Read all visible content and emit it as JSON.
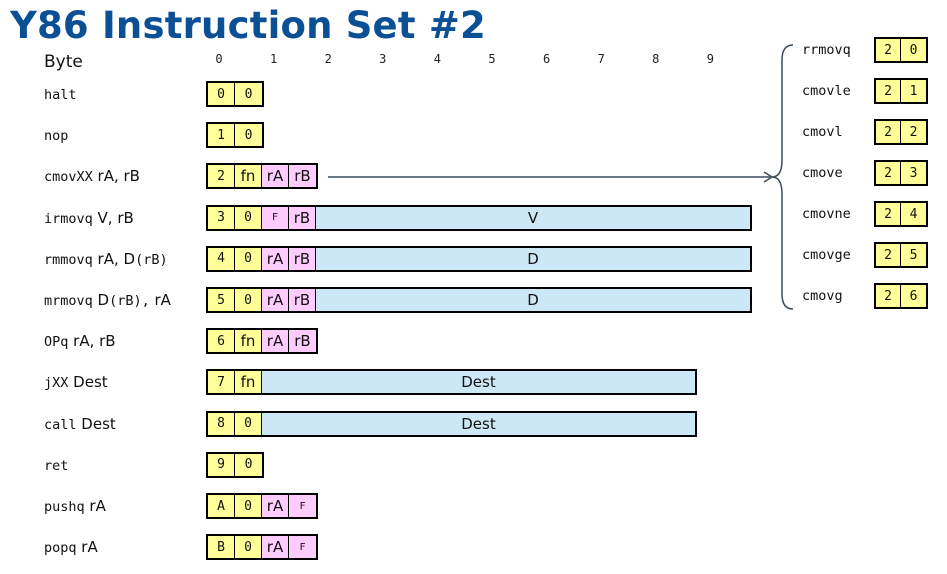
{
  "title": "Y86 Instruction Set #2",
  "byte_label": "Byte",
  "byte_indices": [
    "0",
    "1",
    "2",
    "3",
    "4",
    "5",
    "6",
    "7",
    "8",
    "9"
  ],
  "instructions": [
    {
      "id": "halt",
      "parts": [
        {
          "t": "halt",
          "f": "mono"
        }
      ],
      "cells": [
        {
          "v": "0",
          "c": "yellow",
          "f": "m"
        },
        {
          "v": "0",
          "c": "yellow",
          "f": "m"
        }
      ]
    },
    {
      "id": "nop",
      "parts": [
        {
          "t": "nop",
          "f": "mono"
        }
      ],
      "cells": [
        {
          "v": "1",
          "c": "yellow",
          "f": "m"
        },
        {
          "v": "0",
          "c": "yellow",
          "f": "m"
        }
      ]
    },
    {
      "id": "cmovxx",
      "parts": [
        {
          "t": "cmovXX",
          "f": "mono"
        },
        {
          "t": " rA, rB",
          "f": "sans"
        }
      ],
      "cells": [
        {
          "v": "2",
          "c": "yellow",
          "f": "m"
        },
        {
          "v": "fn",
          "c": "yellow",
          "f": "s"
        },
        {
          "v": "rA",
          "c": "pink",
          "f": "s"
        },
        {
          "v": "rB",
          "c": "pink",
          "f": "s"
        }
      ]
    },
    {
      "id": "irmovq",
      "parts": [
        {
          "t": "irmovq",
          "f": "mono"
        },
        {
          "t": " V, rB",
          "f": "sans"
        }
      ],
      "cells": [
        {
          "v": "3",
          "c": "yellow",
          "f": "m"
        },
        {
          "v": "0",
          "c": "yellow",
          "f": "m"
        },
        {
          "v": "F",
          "c": "pink",
          "f": "small"
        },
        {
          "v": "rB",
          "c": "pink",
          "f": "s"
        }
      ],
      "field": "V",
      "fieldEnd": 752
    },
    {
      "id": "rmmovq",
      "parts": [
        {
          "t": "rmmovq",
          "f": "mono"
        },
        {
          "t": " rA, D",
          "f": "sans"
        },
        {
          "t": "(rB)",
          "f": "mono"
        }
      ],
      "cells": [
        {
          "v": "4",
          "c": "yellow",
          "f": "m"
        },
        {
          "v": "0",
          "c": "yellow",
          "f": "m"
        },
        {
          "v": "rA",
          "c": "pink",
          "f": "s"
        },
        {
          "v": "rB",
          "c": "pink",
          "f": "s"
        }
      ],
      "field": "D",
      "fieldEnd": 752
    },
    {
      "id": "mrmovq",
      "parts": [
        {
          "t": "mrmovq",
          "f": "mono"
        },
        {
          "t": " D",
          "f": "sans"
        },
        {
          "t": "(rB),",
          "f": "mono"
        },
        {
          "t": " rA",
          "f": "sans"
        }
      ],
      "cells": [
        {
          "v": "5",
          "c": "yellow",
          "f": "m"
        },
        {
          "v": "0",
          "c": "yellow",
          "f": "m"
        },
        {
          "v": "rA",
          "c": "pink",
          "f": "s"
        },
        {
          "v": "rB",
          "c": "pink",
          "f": "s"
        }
      ],
      "field": "D",
      "fieldEnd": 752
    },
    {
      "id": "opq",
      "parts": [
        {
          "t": "OPq",
          "f": "mono"
        },
        {
          "t": " rA, rB",
          "f": "sans"
        }
      ],
      "cells": [
        {
          "v": "6",
          "c": "yellow",
          "f": "m"
        },
        {
          "v": "fn",
          "c": "yellow",
          "f": "s"
        },
        {
          "v": "rA",
          "c": "pink",
          "f": "s"
        },
        {
          "v": "rB",
          "c": "pink",
          "f": "s"
        }
      ]
    },
    {
      "id": "jxx",
      "parts": [
        {
          "t": "jXX",
          "f": "mono"
        },
        {
          "t": " Dest",
          "f": "sans"
        }
      ],
      "cells": [
        {
          "v": "7",
          "c": "yellow",
          "f": "m"
        },
        {
          "v": "fn",
          "c": "yellow",
          "f": "s"
        }
      ],
      "field": "Dest",
      "fieldEnd": 697
    },
    {
      "id": "call",
      "parts": [
        {
          "t": "call",
          "f": "mono"
        },
        {
          "t": " Dest",
          "f": "sans"
        }
      ],
      "cells": [
        {
          "v": "8",
          "c": "yellow",
          "f": "m"
        },
        {
          "v": "0",
          "c": "yellow",
          "f": "m"
        }
      ],
      "field": "Dest",
      "fieldEnd": 697
    },
    {
      "id": "ret",
      "parts": [
        {
          "t": "ret",
          "f": "mono"
        }
      ],
      "cells": [
        {
          "v": "9",
          "c": "yellow",
          "f": "m"
        },
        {
          "v": "0",
          "c": "yellow",
          "f": "m"
        }
      ]
    },
    {
      "id": "pushq",
      "parts": [
        {
          "t": "pushq",
          "f": "mono"
        },
        {
          "t": " rA",
          "f": "sans"
        }
      ],
      "cells": [
        {
          "v": "A",
          "c": "yellow",
          "f": "m"
        },
        {
          "v": "0",
          "c": "yellow",
          "f": "m"
        },
        {
          "v": "rA",
          "c": "pink",
          "f": "s"
        },
        {
          "v": "F",
          "c": "pink",
          "f": "small"
        }
      ]
    },
    {
      "id": "popq",
      "parts": [
        {
          "t": "popq",
          "f": "mono"
        },
        {
          "t": " rA",
          "f": "sans"
        }
      ],
      "cells": [
        {
          "v": "B",
          "c": "yellow",
          "f": "m"
        },
        {
          "v": "0",
          "c": "yellow",
          "f": "m"
        },
        {
          "v": "rA",
          "c": "pink",
          "f": "s"
        },
        {
          "v": "F",
          "c": "pink",
          "f": "small"
        }
      ]
    }
  ],
  "cmov_variants": [
    {
      "name": "rrmovq",
      "code": [
        "2",
        "0"
      ]
    },
    {
      "name": "cmovle",
      "code": [
        "2",
        "1"
      ]
    },
    {
      "name": "cmovl",
      "code": [
        "2",
        "2"
      ]
    },
    {
      "name": "cmove",
      "code": [
        "2",
        "3"
      ]
    },
    {
      "name": "cmovne",
      "code": [
        "2",
        "4"
      ]
    },
    {
      "name": "cmovge",
      "code": [
        "2",
        "5"
      ]
    },
    {
      "name": "cmovg",
      "code": [
        "2",
        "6"
      ]
    }
  ],
  "colors": {
    "title": "#0b4f95",
    "opcode": "#ffff99",
    "register": "#ffccff",
    "constant": "#cce8f6",
    "connector": "#3a4a5a"
  }
}
